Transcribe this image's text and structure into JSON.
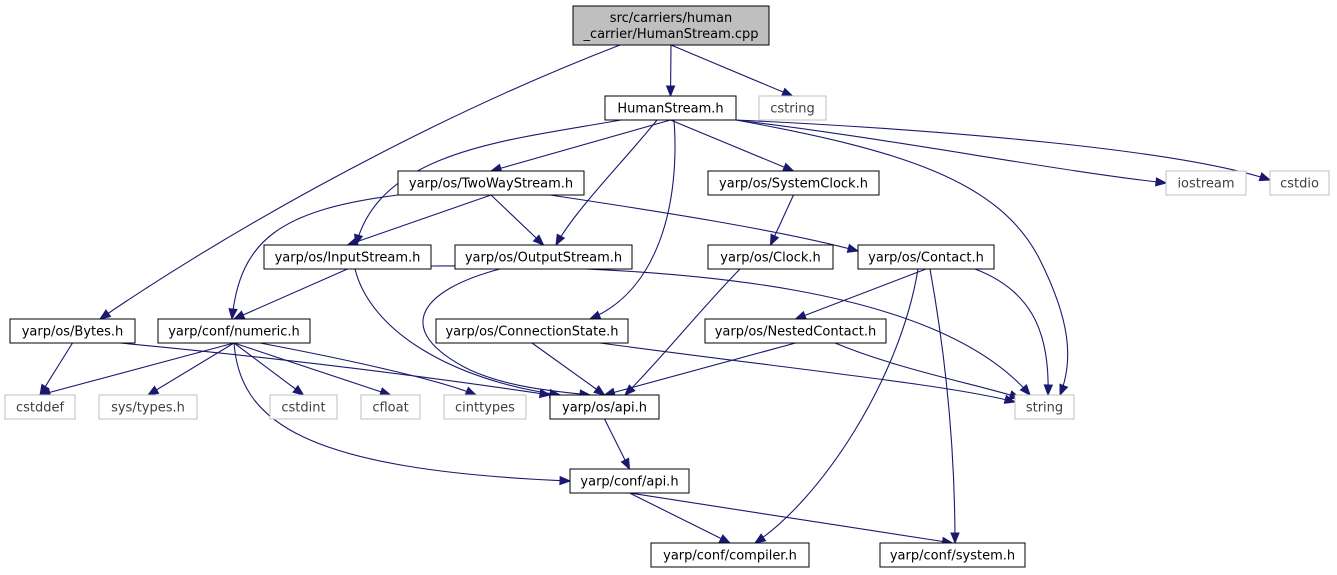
{
  "colors": {
    "edge": "#191970",
    "root_fill": "#bfbfbf",
    "node_border": "#000000",
    "external_border": "#bfbfbf",
    "external_text": "#404040",
    "text": "#000000"
  },
  "nodes": [
    {
      "id": "root",
      "lines": [
        "src/carriers/human",
        "_carrier/HumanStream.cpp"
      ],
      "kind": "root"
    },
    {
      "id": "humanstream",
      "lines": [
        "HumanStream.h"
      ],
      "kind": "header"
    },
    {
      "id": "cstring",
      "lines": [
        "cstring"
      ],
      "kind": "external"
    },
    {
      "id": "twowaystream",
      "lines": [
        "yarp/os/TwoWayStream.h"
      ],
      "kind": "header"
    },
    {
      "id": "systemclock",
      "lines": [
        "yarp/os/SystemClock.h"
      ],
      "kind": "header"
    },
    {
      "id": "iostream",
      "lines": [
        "iostream"
      ],
      "kind": "external"
    },
    {
      "id": "cstdio",
      "lines": [
        "cstdio"
      ],
      "kind": "external"
    },
    {
      "id": "inputstream",
      "lines": [
        "yarp/os/InputStream.h"
      ],
      "kind": "header"
    },
    {
      "id": "outputstream",
      "lines": [
        "yarp/os/OutputStream.h"
      ],
      "kind": "header"
    },
    {
      "id": "clock",
      "lines": [
        "yarp/os/Clock.h"
      ],
      "kind": "header"
    },
    {
      "id": "contact",
      "lines": [
        "yarp/os/Contact.h"
      ],
      "kind": "header"
    },
    {
      "id": "bytes",
      "lines": [
        "yarp/os/Bytes.h"
      ],
      "kind": "header"
    },
    {
      "id": "numeric",
      "lines": [
        "yarp/conf/numeric.h"
      ],
      "kind": "header"
    },
    {
      "id": "connectionstate",
      "lines": [
        "yarp/os/ConnectionState.h"
      ],
      "kind": "header"
    },
    {
      "id": "nestedcontact",
      "lines": [
        "yarp/os/NestedContact.h"
      ],
      "kind": "header"
    },
    {
      "id": "cstddef",
      "lines": [
        "cstddef"
      ],
      "kind": "external"
    },
    {
      "id": "systypes",
      "lines": [
        "sys/types.h"
      ],
      "kind": "external"
    },
    {
      "id": "cstdint",
      "lines": [
        "cstdint"
      ],
      "kind": "external"
    },
    {
      "id": "cfloat",
      "lines": [
        "cfloat"
      ],
      "kind": "external"
    },
    {
      "id": "cinttypes",
      "lines": [
        "cinttypes"
      ],
      "kind": "external"
    },
    {
      "id": "osapi",
      "lines": [
        "yarp/os/api.h"
      ],
      "kind": "header"
    },
    {
      "id": "string",
      "lines": [
        "string"
      ],
      "kind": "external"
    },
    {
      "id": "confapi",
      "lines": [
        "yarp/conf/api.h"
      ],
      "kind": "header"
    },
    {
      "id": "compiler",
      "lines": [
        "yarp/conf/compiler.h"
      ],
      "kind": "header"
    },
    {
      "id": "system",
      "lines": [
        "yarp/conf/system.h"
      ],
      "kind": "header"
    }
  ],
  "edges": [
    [
      "root",
      "humanstream"
    ],
    [
      "root",
      "cstring"
    ],
    [
      "root",
      "bytes"
    ],
    [
      "humanstream",
      "twowaystream"
    ],
    [
      "humanstream",
      "systemclock"
    ],
    [
      "humanstream",
      "iostream"
    ],
    [
      "humanstream",
      "cstdio"
    ],
    [
      "humanstream",
      "inputstream"
    ],
    [
      "humanstream",
      "outputstream"
    ],
    [
      "humanstream",
      "connectionstate"
    ],
    [
      "humanstream",
      "string"
    ],
    [
      "twowaystream",
      "inputstream"
    ],
    [
      "twowaystream",
      "outputstream"
    ],
    [
      "twowaystream",
      "contact"
    ],
    [
      "twowaystream",
      "numeric"
    ],
    [
      "systemclock",
      "clock"
    ],
    [
      "inputstream",
      "numeric"
    ],
    [
      "inputstream",
      "osapi"
    ],
    [
      "inputstream",
      "string"
    ],
    [
      "outputstream",
      "osapi"
    ],
    [
      "clock",
      "osapi"
    ],
    [
      "contact",
      "nestedcontact"
    ],
    [
      "contact",
      "string"
    ],
    [
      "contact",
      "compiler"
    ],
    [
      "contact",
      "system"
    ],
    [
      "bytes",
      "cstddef"
    ],
    [
      "bytes",
      "osapi"
    ],
    [
      "numeric",
      "cstddef"
    ],
    [
      "numeric",
      "systypes"
    ],
    [
      "numeric",
      "cstdint"
    ],
    [
      "numeric",
      "cfloat"
    ],
    [
      "numeric",
      "cinttypes"
    ],
    [
      "numeric",
      "confapi"
    ],
    [
      "connectionstate",
      "osapi"
    ],
    [
      "connectionstate",
      "string"
    ],
    [
      "nestedcontact",
      "osapi"
    ],
    [
      "nestedcontact",
      "string"
    ],
    [
      "osapi",
      "confapi"
    ],
    [
      "confapi",
      "compiler"
    ],
    [
      "confapi",
      "system"
    ]
  ]
}
